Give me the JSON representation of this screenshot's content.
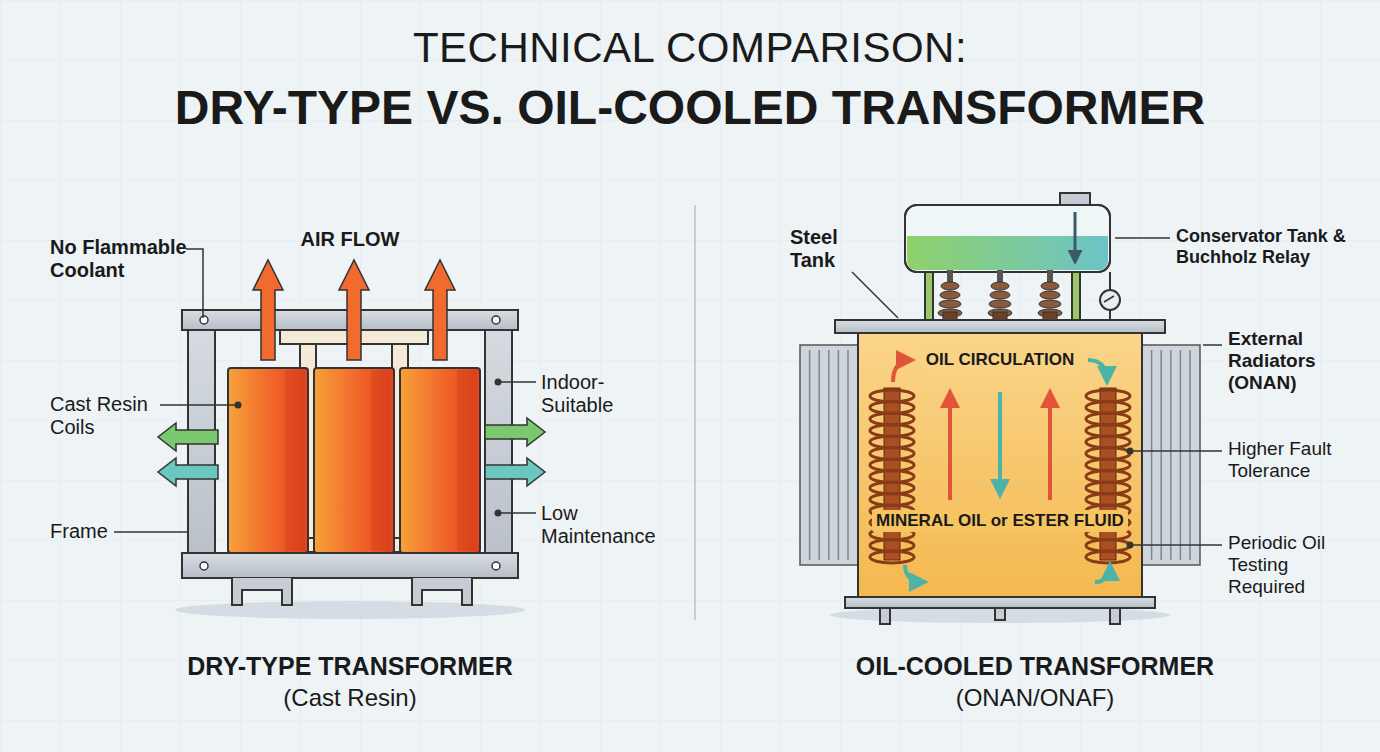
{
  "diagram": {
    "title": "TECHNICAL COMPARISON:",
    "labels": [
      "DRY-TYPE VS. OIL-COOLED TRANSFORMER",
      "No Flammable Coolant",
      "AIR FLOW",
      "Cast Resin Coils",
      "Frame",
      "Indoor-Suitable",
      "Low Maintenance",
      "DRY-TYPE TRANSFORMER",
      "(Cast Resin)",
      "Steel Tank",
      "Conservator Tank & Buchholz Relay",
      "OIL CIRCULATION",
      "External Radiators (ONAN)",
      "Higher Fault Tolerance",
      "MINERAL OIL or ESTER FLUID",
      "Periodic Oil Testing Required",
      "OIL-COOLED TRANSFORMER",
      "(ONAN/ONAF)"
    ]
  }
}
